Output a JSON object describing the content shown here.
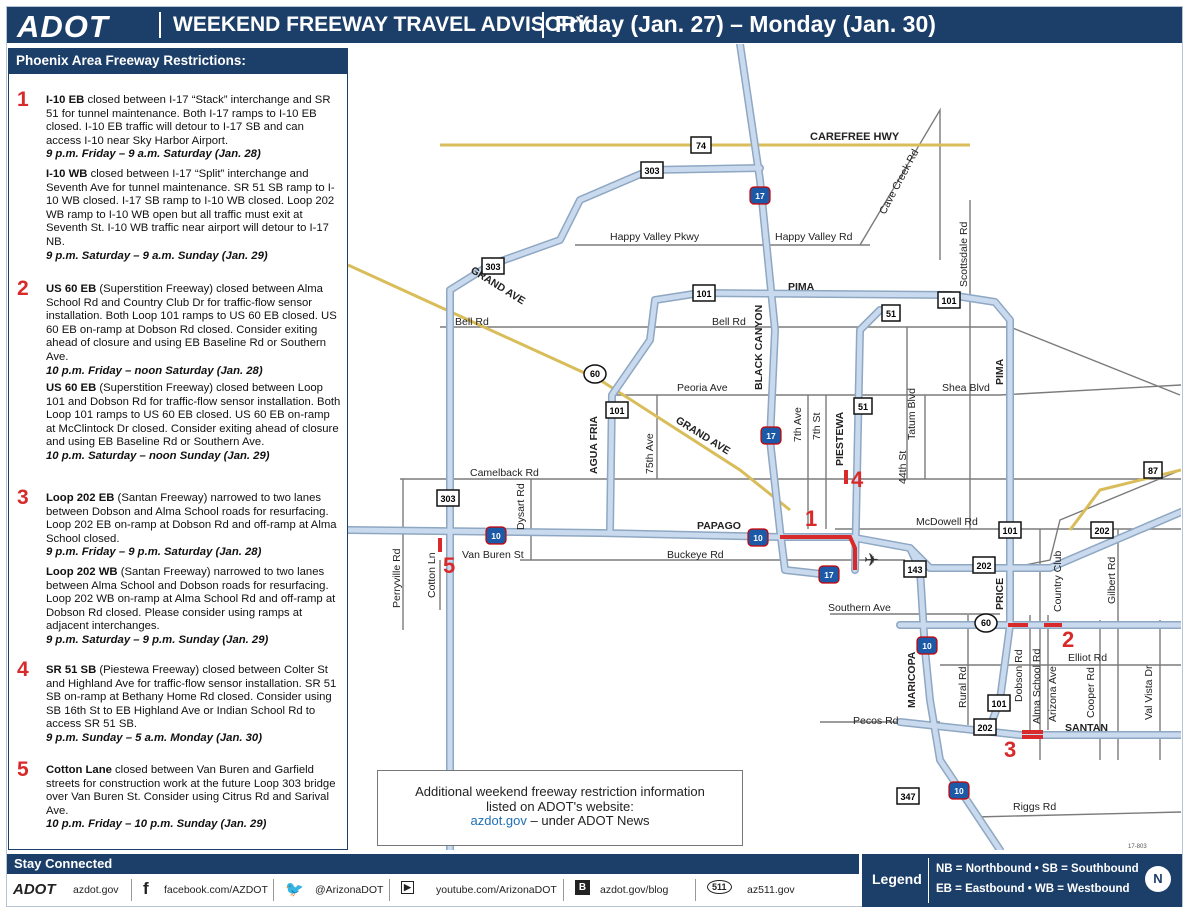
{
  "header": {
    "logo": "ADOT",
    "title": "WEEKEND FREEWAY TRAVEL ADVISORY",
    "dates": "Friday (Jan. 27) – Monday (Jan. 30)"
  },
  "panel": {
    "title": "Phoenix Area Freeway Restrictions:",
    "items": [
      {
        "num": "1",
        "entries": [
          {
            "route": "I-10 EB",
            "text": " closed between I-17 “Stack” interchange and SR 51 for tunnel maintenance. Both I-17 ramps to I-10 EB closed. I-10 EB traffic will detour to I-17 SB and can access I-10 near Sky Harbor Airport.",
            "time": "9 p.m. Friday – 9 a.m. Saturday (Jan. 28)"
          },
          {
            "route": "I-10 WB",
            "text": " closed between I-17 “Split” interchange and Seventh Ave for tunnel maintenance. SR 51 SB ramp to I-10 WB closed. I-17 SB ramp to I-10 WB closed. Loop 202 WB ramp to I-10 WB open but all traffic must exit at Seventh St. I-10 WB traffic near airport will detour to I-17 NB.",
            "time": "9 p.m. Saturday – 9 a.m. Sunday (Jan. 29)"
          }
        ]
      },
      {
        "num": "2",
        "entries": [
          {
            "route": "US 60 EB",
            "text": " (Superstition Freeway) closed between Alma School Rd and Country Club Dr for traffic-flow sensor installation. Both Loop 101 ramps to US 60 EB closed. US 60 EB on-ramp at Dobson Rd closed. Consider exiting ahead of closure and using EB Baseline Rd or Southern Ave.",
            "time": "10 p.m. Friday – noon Saturday (Jan. 28)"
          },
          {
            "route": "US 60 EB",
            "text": " (Superstition Freeway) closed between Loop 101 and Dobson Rd for traffic-flow sensor installation. Both Loop 101 ramps to US 60 EB closed. US 60 EB on-ramp at McClintock Dr closed. Consider exiting ahead of closure and using EB Baseline Rd or Southern Ave.",
            "time": "10 p.m. Saturday – noon Sunday (Jan. 29)"
          }
        ]
      },
      {
        "num": "3",
        "entries": [
          {
            "route": "Loop 202 EB",
            "text": " (Santan Freeway) narrowed to two lanes between Dobson and Alma School roads for resurfacing. Loop 202 EB on-ramp at Dobson Rd and off-ramp at Alma School closed.",
            "time": "9 p.m. Friday – 9 p.m. Saturday (Jan. 28)"
          },
          {
            "route": "Loop 202 WB",
            "text": " (Santan Freeway) narrowed to two lanes between Alma School and Dobson roads for resurfacing. Loop 202 WB on-ramp at Alma School Rd and off-ramp at Dobson Rd closed. Please consider using ramps at adjacent interchanges.",
            "time": "9 p.m. Saturday – 9 p.m. Sunday (Jan. 29)"
          }
        ]
      },
      {
        "num": "4",
        "entries": [
          {
            "route": "SR 51 SB",
            "text": " (Piestewa Freeway) closed between Colter St and Highland Ave for traffic-flow sensor installation. SR 51 SB on-ramp at Bethany Home Rd closed. Consider using SB 16th St to EB Highland Ave or Indian School Rd to access SR 51 SB.",
            "time": "9 p.m. Sunday – 5 a.m. Monday (Jan. 30)"
          }
        ]
      },
      {
        "num": "5",
        "entries": [
          {
            "route": "Cotton Lane",
            "text": " closed between Van Buren and Garfield streets for construction work at the future Loop 303 bridge over Van Buren St. Consider using Citrus Rd and Sarival Ave.",
            "time": "10 p.m. Friday – 10 p.m. Sunday (Jan. 29)"
          }
        ]
      }
    ]
  },
  "map": {
    "road_labels": {
      "carefree": "CAREFREE HWY",
      "happy_valley_w": "Happy Valley Pkwy",
      "happy_valley_e": "Happy Valley Rd",
      "pima_n": "PIMA",
      "bell_w": "Bell Rd",
      "bell_e": "Bell Rd",
      "grand_n": "GRAND AVE",
      "grand_s": "GRAND AVE",
      "peoria": "Peoria Ave",
      "shea": "Shea Blvd",
      "camelback": "Camelback Rd",
      "mcdowell": "McDowell  Rd",
      "papago": "PAPAGO",
      "van_buren": "Van Buren St",
      "buckeye": "Buckeye Rd",
      "southern": "Southern  Ave",
      "elliot": "Elliot Rd",
      "pecos": "Pecos Rd",
      "santan": "SANTAN",
      "riggs": "Riggs Rd",
      "black_canyon": "BLACK CANYON",
      "agua_fria": "AGUA FRIA",
      "ave75": "75th Ave",
      "ave7": "7th Ave",
      "st7": "7th St",
      "piestewa": "PIESTEWA",
      "tatum": "Tatum Blvd",
      "st44": "44th St",
      "scottsdale": "Scottsdale Rd",
      "cave_creek": "Cave Creek Rd",
      "pima_e": "PIMA",
      "price": "PRICE",
      "country_club": "Country Club",
      "gilbert": "Gilbert Rd",
      "dobson": "Dobson Rd",
      "alma": "Alma School Rd",
      "arizona": "Arizona Ave",
      "cooper": "Cooper Rd",
      "val_vista": "Val Vista Dr",
      "rural": "Rural Rd",
      "maricopa": "MARICOPA",
      "dysart": "Dysart Rd",
      "perryville": "Perryville Rd",
      "cotton": "Cotton Ln"
    },
    "shields": {
      "s74": "74",
      "s303a": "303",
      "s303b": "303",
      "s303c": "303",
      "s101a": "101",
      "s101b": "101",
      "s101c": "101",
      "s101d": "101",
      "s101e": "101",
      "s51a": "51",
      "s51b": "51",
      "s60a": "60",
      "s60b": "60",
      "s17a": "17",
      "s17b": "17",
      "s17c": "17",
      "s10a": "10",
      "s10b": "10",
      "s10c": "10",
      "s10d": "10",
      "s143": "143",
      "s202a": "202",
      "s202b": "202",
      "s202c": "202",
      "s87": "87",
      "s347": "347"
    },
    "markers": {
      "m1": "1",
      "m2": "2",
      "m3": "3",
      "m4": "4",
      "m5": "5"
    },
    "map_id": "17-803",
    "info": {
      "line1": "Additional weekend freeway restriction information",
      "line2": "listed on ADOT's website:",
      "link": "azdot.gov",
      "link_suffix": " – under ADOT News"
    }
  },
  "footer": {
    "title": "Stay Connected",
    "links": {
      "adot_logo": "ADOT",
      "adot": "azdot.gov",
      "facebook": "facebook.com/AZDOT",
      "twitter": "@ArizonaDOT",
      "youtube": "youtube.com/ArizonaDOT",
      "blog": "azdot.gov/blog",
      "az511": "az511.gov"
    },
    "legend": {
      "label": "Legend",
      "line1": "NB = Northbound  •  SB = Southbound",
      "line2": "EB = Eastbound  •  WB = Westbound",
      "north": "N"
    }
  },
  "colors": {
    "header": "#1c3f69",
    "freeway": "#a9c2df",
    "grand_ave": "#d9bd5a",
    "arterial": "#777777",
    "closure": "#d82a2a"
  }
}
